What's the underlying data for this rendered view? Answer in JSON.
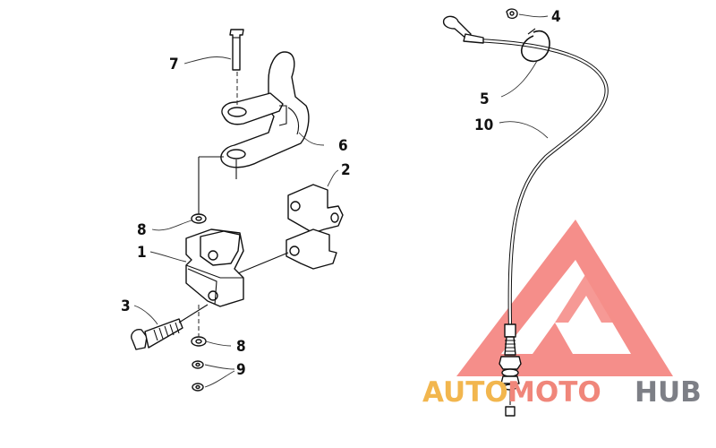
{
  "callouts": {
    "n1": "1",
    "n2": "2",
    "n3": "3",
    "n4": "4",
    "n5": "5",
    "n6": "6",
    "n7": "7",
    "n8a": "8",
    "n8b": "8",
    "n9": "9",
    "n10": "10"
  },
  "watermark": {
    "part1": "AUTO",
    "part2": "MOTO",
    "part3": "HUB",
    "colors": {
      "auto": "#f2b64e",
      "moto": "#f0867a",
      "hub": "#7d7f86",
      "logo": "#f47b76"
    }
  }
}
